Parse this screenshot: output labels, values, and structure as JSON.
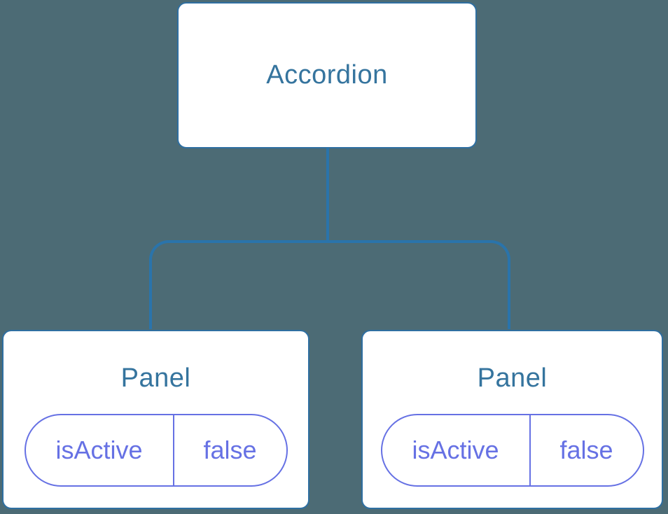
{
  "colors": {
    "canvas-bg": "#4c6b75",
    "node-bg": "#ffffff",
    "node-border": "#2f6fa1",
    "connector": "#2a74ab",
    "node-title": "#35749e",
    "state-accent": "#6671e4"
  },
  "tree": {
    "root": {
      "label": "Accordion"
    },
    "children": [
      {
        "label": "Panel",
        "state": {
          "name": "isActive",
          "value": "false"
        }
      },
      {
        "label": "Panel",
        "state": {
          "name": "isActive",
          "value": "false"
        }
      }
    ]
  }
}
